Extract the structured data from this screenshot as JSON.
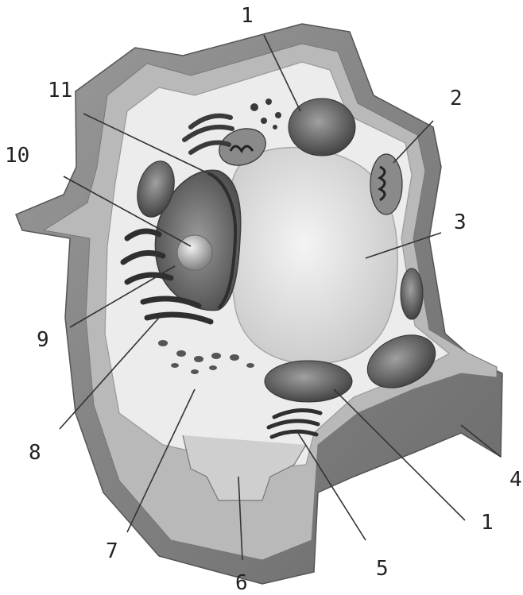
{
  "labels": {
    "l1_top": "1",
    "l2": "2",
    "l3": "3",
    "l4": "4",
    "l1_bottom": "1",
    "l5": "5",
    "l6": "6",
    "l7": "7",
    "l8": "8",
    "l9": "9",
    "l10": "10",
    "l11": "11"
  },
  "colors": {
    "cell_wall_outer": "#8c8c8c",
    "cell_wall_face": "#b8b8b8",
    "cytoplasm": "#ececec",
    "vacuole": "#d6d6d6",
    "organelle_dark": "#555555",
    "nucleus": "#6e6e6e",
    "nucleolus": "#c8c8c8"
  }
}
